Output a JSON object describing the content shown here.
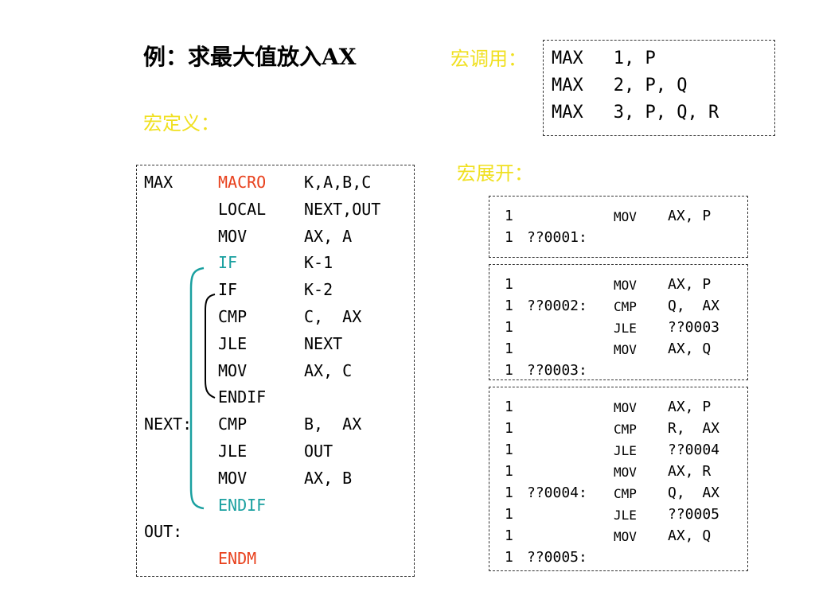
{
  "title": "例：求最大值放入AX",
  "labels": {
    "definition": "宏定义：",
    "call": "宏调用：",
    "expansion": "宏展开：",
    "colors": {
      "label": "#f0e020",
      "keyword_red": "#e8401c",
      "keyword_teal": "#1aa0a0"
    }
  },
  "calls": [
    {
      "name": "MAX",
      "args": "1, P"
    },
    {
      "name": "MAX",
      "args": "2, P, Q"
    },
    {
      "name": "MAX",
      "args": "3, P, Q, R"
    }
  ],
  "definition_lines": [
    {
      "label": "MAX",
      "op": "MACRO",
      "operand": "K,A,B,C"
    },
    {
      "label": "",
      "op": "LOCAL",
      "operand": "NEXT,OUT"
    },
    {
      "label": "",
      "op": "MOV",
      "operand": "AX, A"
    },
    {
      "label": "",
      "op": "IF",
      "operand": "K-1"
    },
    {
      "label": "",
      "op": "IF",
      "operand": "K-2"
    },
    {
      "label": "",
      "op": "CMP",
      "operand": "C,  AX"
    },
    {
      "label": "",
      "op": "JLE",
      "operand": "NEXT"
    },
    {
      "label": "",
      "op": "MOV",
      "operand": "AX, C"
    },
    {
      "label": "",
      "op": "ENDIF",
      "operand": ""
    },
    {
      "label": "NEXT:",
      "op": "CMP",
      "operand": "B,  AX"
    },
    {
      "label": "",
      "op": "JLE",
      "operand": "OUT"
    },
    {
      "label": "",
      "op": "MOV",
      "operand": "AX, B"
    },
    {
      "label": "",
      "op": "ENDIF",
      "operand": ""
    },
    {
      "label": "OUT:",
      "op": "",
      "operand": ""
    },
    {
      "label": "",
      "op": "ENDM",
      "operand": ""
    }
  ],
  "expansions": [
    [
      {
        "lvl": "1",
        "label": "",
        "op": "MOV",
        "operand": "AX, P"
      },
      {
        "lvl": "1",
        "label": "??0001:",
        "op": "",
        "operand": ""
      }
    ],
    [
      {
        "lvl": "1",
        "label": "",
        "op": "MOV",
        "operand": "AX, P"
      },
      {
        "lvl": "1",
        "label": "??0002:",
        "op": "CMP",
        "operand": "Q,  AX"
      },
      {
        "lvl": "1",
        "label": "",
        "op": "JLE",
        "operand": "??0003"
      },
      {
        "lvl": "1",
        "label": "",
        "op": "MOV",
        "operand": "AX, Q"
      },
      {
        "lvl": "1",
        "label": "??0003:",
        "op": "",
        "operand": ""
      }
    ],
    [
      {
        "lvl": "1",
        "label": "",
        "op": "MOV",
        "operand": "AX, P"
      },
      {
        "lvl": "1",
        "label": "",
        "op": "CMP",
        "operand": "R,  AX"
      },
      {
        "lvl": "1",
        "label": "",
        "op": "JLE",
        "operand": "??0004"
      },
      {
        "lvl": "1",
        "label": "",
        "op": "MOV",
        "operand": "AX, R"
      },
      {
        "lvl": "1",
        "label": "??0004:",
        "op": "CMP",
        "operand": "Q,  AX"
      },
      {
        "lvl": "1",
        "label": "",
        "op": "JLE",
        "operand": "??0005"
      },
      {
        "lvl": "1",
        "label": "",
        "op": "MOV",
        "operand": "AX, Q"
      },
      {
        "lvl": "1",
        "label": "??0005:",
        "op": "",
        "operand": ""
      }
    ]
  ]
}
